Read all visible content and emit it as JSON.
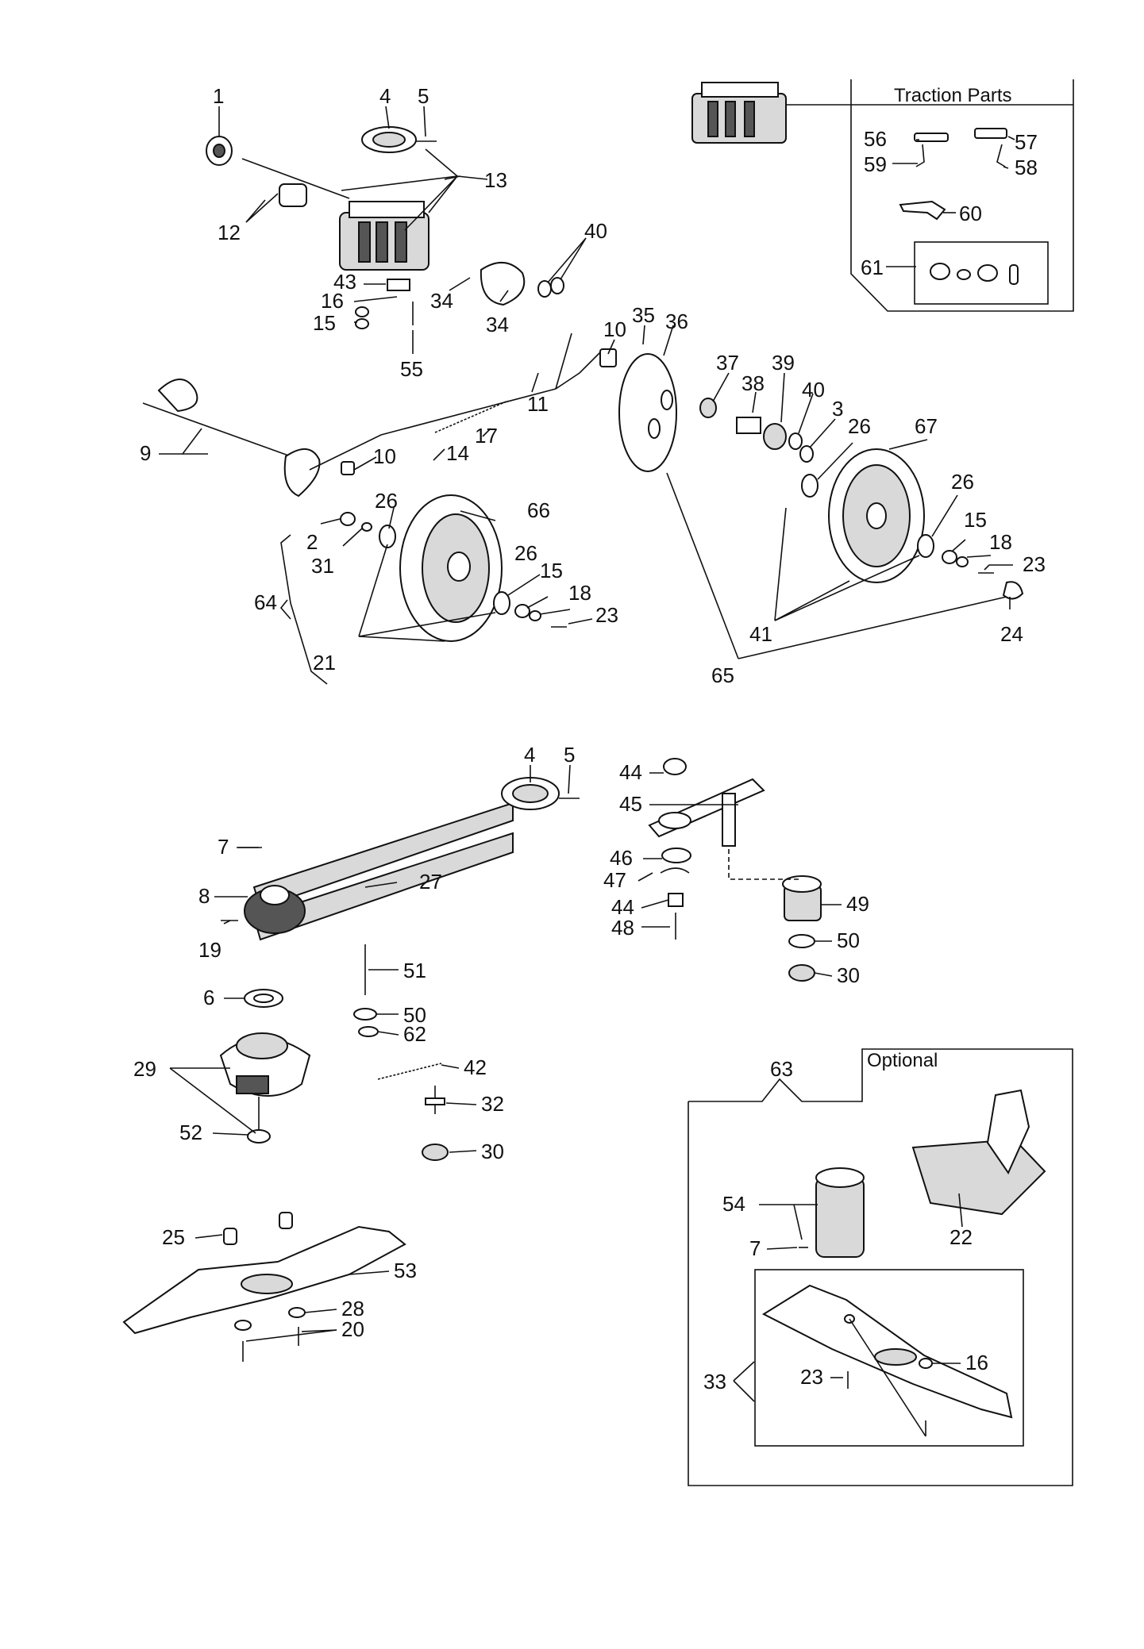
{
  "boxes": {
    "traction_title": "Traction Parts",
    "optional_title": "Optional"
  },
  "labels": [
    {
      "id": "l1",
      "text": "1"
    },
    {
      "id": "l4a",
      "text": "4"
    },
    {
      "id": "l5a",
      "text": "5"
    },
    {
      "id": "l13",
      "text": "13"
    },
    {
      "id": "l12",
      "text": "12"
    },
    {
      "id": "l40a",
      "text": "40"
    },
    {
      "id": "l43",
      "text": "43"
    },
    {
      "id": "l16a",
      "text": "16"
    },
    {
      "id": "l15a",
      "text": "15"
    },
    {
      "id": "l34a",
      "text": "34"
    },
    {
      "id": "l34b",
      "text": "34"
    },
    {
      "id": "l55",
      "text": "55"
    },
    {
      "id": "l35",
      "text": "35"
    },
    {
      "id": "l36",
      "text": "36"
    },
    {
      "id": "l10a",
      "text": "10"
    },
    {
      "id": "l11",
      "text": "11"
    },
    {
      "id": "l17",
      "text": "17"
    },
    {
      "id": "l9",
      "text": "9"
    },
    {
      "id": "l14",
      "text": "14"
    },
    {
      "id": "l10b",
      "text": "10"
    },
    {
      "id": "l37",
      "text": "37"
    },
    {
      "id": "l38",
      "text": "38"
    },
    {
      "id": "l39",
      "text": "39"
    },
    {
      "id": "l40b",
      "text": "40"
    },
    {
      "id": "l3",
      "text": "3"
    },
    {
      "id": "l26a",
      "text": "26"
    },
    {
      "id": "l67",
      "text": "67"
    },
    {
      "id": "l26b",
      "text": "26"
    },
    {
      "id": "l66",
      "text": "66"
    },
    {
      "id": "l2",
      "text": "2"
    },
    {
      "id": "l31",
      "text": "31"
    },
    {
      "id": "l64",
      "text": "64"
    },
    {
      "id": "l26c",
      "text": "26"
    },
    {
      "id": "l15b",
      "text": "15"
    },
    {
      "id": "l18a",
      "text": "18"
    },
    {
      "id": "l23a",
      "text": "23"
    },
    {
      "id": "l21",
      "text": "21"
    },
    {
      "id": "l26d",
      "text": "26"
    },
    {
      "id": "l15c",
      "text": "15"
    },
    {
      "id": "l18b",
      "text": "18"
    },
    {
      "id": "l23b",
      "text": "23"
    },
    {
      "id": "l41",
      "text": "41"
    },
    {
      "id": "l24",
      "text": "24"
    },
    {
      "id": "l65",
      "text": "65"
    },
    {
      "id": "l56",
      "text": "56"
    },
    {
      "id": "l57",
      "text": "57"
    },
    {
      "id": "l59",
      "text": "59"
    },
    {
      "id": "l58",
      "text": "58"
    },
    {
      "id": "l60",
      "text": "60"
    },
    {
      "id": "l61",
      "text": "61"
    },
    {
      "id": "l4b",
      "text": "4"
    },
    {
      "id": "l5b",
      "text": "5"
    },
    {
      "id": "l7a",
      "text": "7"
    },
    {
      "id": "l8",
      "text": "8"
    },
    {
      "id": "l27",
      "text": "27"
    },
    {
      "id": "l19",
      "text": "19"
    },
    {
      "id": "l44a",
      "text": "44"
    },
    {
      "id": "l45",
      "text": "45"
    },
    {
      "id": "l46",
      "text": "46"
    },
    {
      "id": "l47",
      "text": "47"
    },
    {
      "id": "l44b",
      "text": "44"
    },
    {
      "id": "l48",
      "text": "48"
    },
    {
      "id": "l49",
      "text": "49"
    },
    {
      "id": "l50a",
      "text": "50"
    },
    {
      "id": "l30a",
      "text": "30"
    },
    {
      "id": "l51",
      "text": "51"
    },
    {
      "id": "l6",
      "text": "6"
    },
    {
      "id": "l50b",
      "text": "50"
    },
    {
      "id": "l62",
      "text": "62"
    },
    {
      "id": "l29",
      "text": "29"
    },
    {
      "id": "l42",
      "text": "42"
    },
    {
      "id": "l32",
      "text": "32"
    },
    {
      "id": "l52",
      "text": "52"
    },
    {
      "id": "l30b",
      "text": "30"
    },
    {
      "id": "l25",
      "text": "25"
    },
    {
      "id": "l53",
      "text": "53"
    },
    {
      "id": "l28",
      "text": "28"
    },
    {
      "id": "l20",
      "text": "20"
    },
    {
      "id": "l63",
      "text": "63"
    },
    {
      "id": "l54",
      "text": "54"
    },
    {
      "id": "l7b",
      "text": "7"
    },
    {
      "id": "l22",
      "text": "22"
    },
    {
      "id": "l16b",
      "text": "16"
    },
    {
      "id": "l23c",
      "text": "23"
    },
    {
      "id": "l33",
      "text": "33"
    }
  ]
}
